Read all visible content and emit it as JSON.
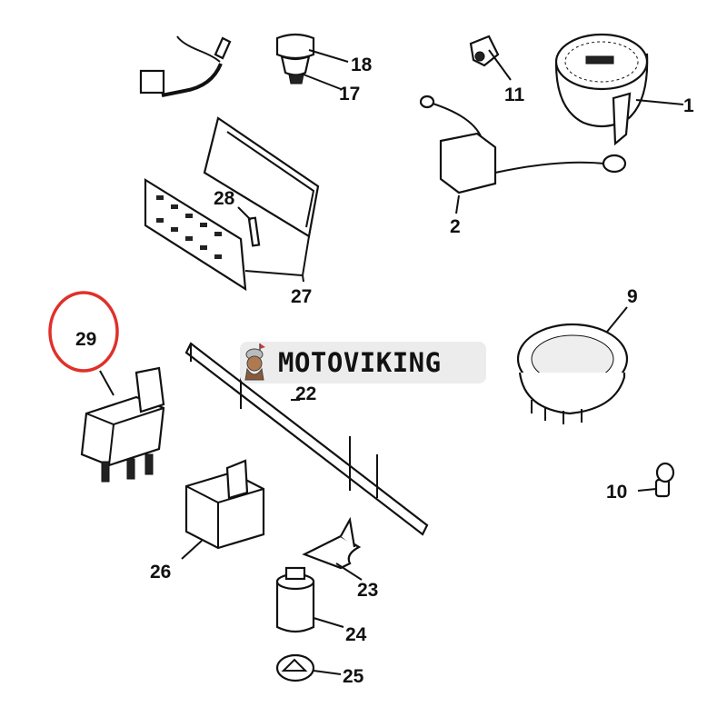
{
  "diagram": {
    "callouts": {
      "p1": "1",
      "p2": "2",
      "p9": "9",
      "p10": "10",
      "p11": "11",
      "p17": "17",
      "p18": "18",
      "p22": "22",
      "p23": "23",
      "p24": "24",
      "p25": "25",
      "p26": "26",
      "p27": "27",
      "p28": "28",
      "p29": "29"
    },
    "highlight_color": "#e0302a"
  },
  "watermark": {
    "brand": "MOTOVIKING"
  }
}
